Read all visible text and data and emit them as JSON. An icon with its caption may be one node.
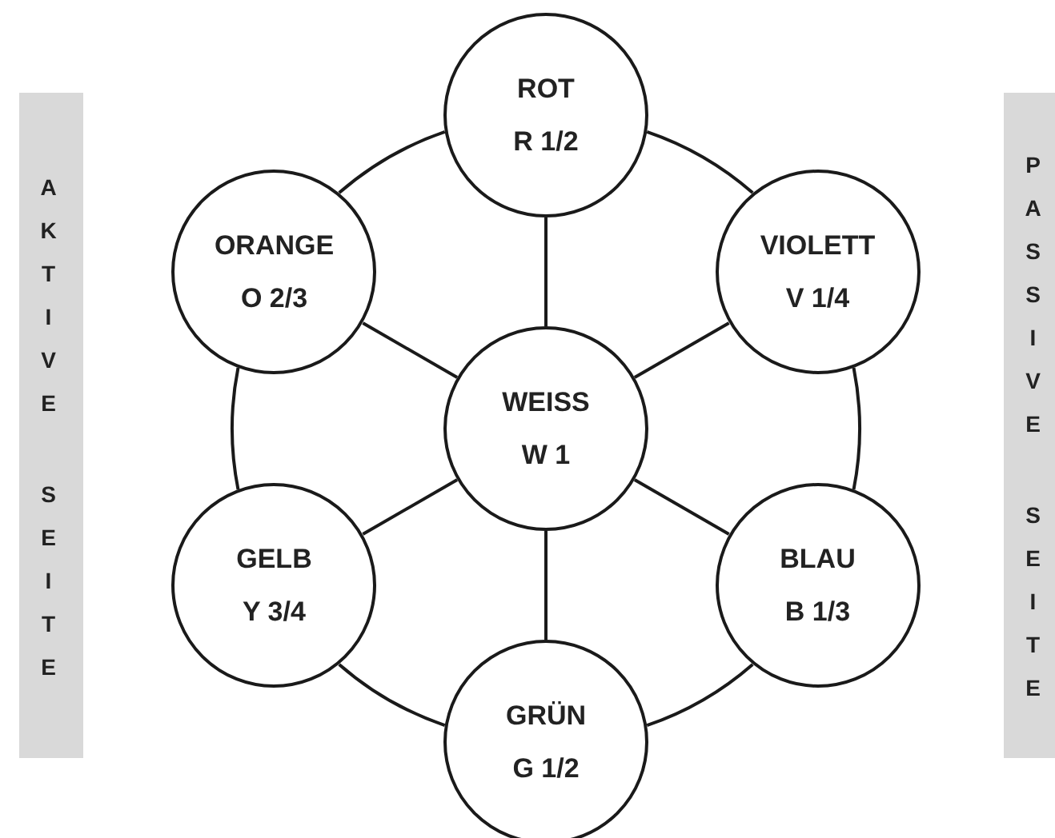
{
  "diagram": {
    "nodes": [
      {
        "text": [
          "WEISS",
          "W 1"
        ]
      },
      {
        "text": [
          "ROT",
          "R 1/2"
        ]
      },
      {
        "text": [
          "VIOLETT",
          "V 1/4"
        ]
      },
      {
        "text": [
          "BLAU",
          "B 1/3"
        ]
      },
      {
        "text": [
          "GRÜN",
          "G 1/2"
        ]
      },
      {
        "text": [
          "GELB",
          "Y 3/4"
        ]
      },
      {
        "text": [
          "ORANGE",
          "O 2/3"
        ]
      }
    ],
    "edges": [
      {
        "from": 0,
        "to": 1,
        "arrow": "none"
      },
      {
        "from": 0,
        "to": 2,
        "arrow": "none"
      },
      {
        "from": 0,
        "to": 3,
        "arrow": "none"
      },
      {
        "from": 0,
        "to": 4,
        "arrow": "none"
      },
      {
        "from": 0,
        "to": 5,
        "arrow": "none"
      },
      {
        "from": 0,
        "to": 6,
        "arrow": "none"
      },
      {
        "from": 1,
        "to": 2,
        "arrow": "none"
      },
      {
        "from": 2,
        "to": 3,
        "arrow": "none"
      },
      {
        "from": 3,
        "to": 4,
        "arrow": "none"
      },
      {
        "from": 4,
        "to": 5,
        "arrow": "none"
      },
      {
        "from": 5,
        "to": 6,
        "arrow": "none"
      },
      {
        "from": 6,
        "to": 1,
        "arrow": "none"
      }
    ],
    "labels": [
      "AKTIVE",
      "SEITE",
      "PASSIVE",
      "SEITE"
    ]
  }
}
